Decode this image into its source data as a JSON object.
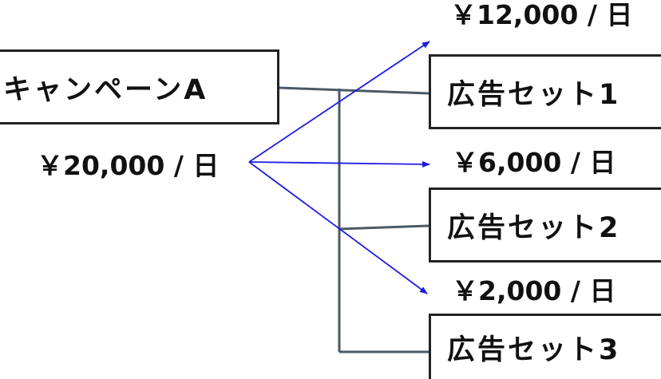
{
  "campaign": {
    "label": "キャンペーンA",
    "budget": "￥20,000 / 日"
  },
  "ad_sets": [
    {
      "label": "広告セット1",
      "budget": "￥12,000 / 日"
    },
    {
      "label": "広告セット2",
      "budget": "￥6,000 / 日"
    },
    {
      "label": "広告セット3",
      "budget": "￥2,000 / 日"
    }
  ],
  "colors": {
    "connector": "#4b5966",
    "arrow": "#1c1ce0",
    "border": "#222222"
  }
}
